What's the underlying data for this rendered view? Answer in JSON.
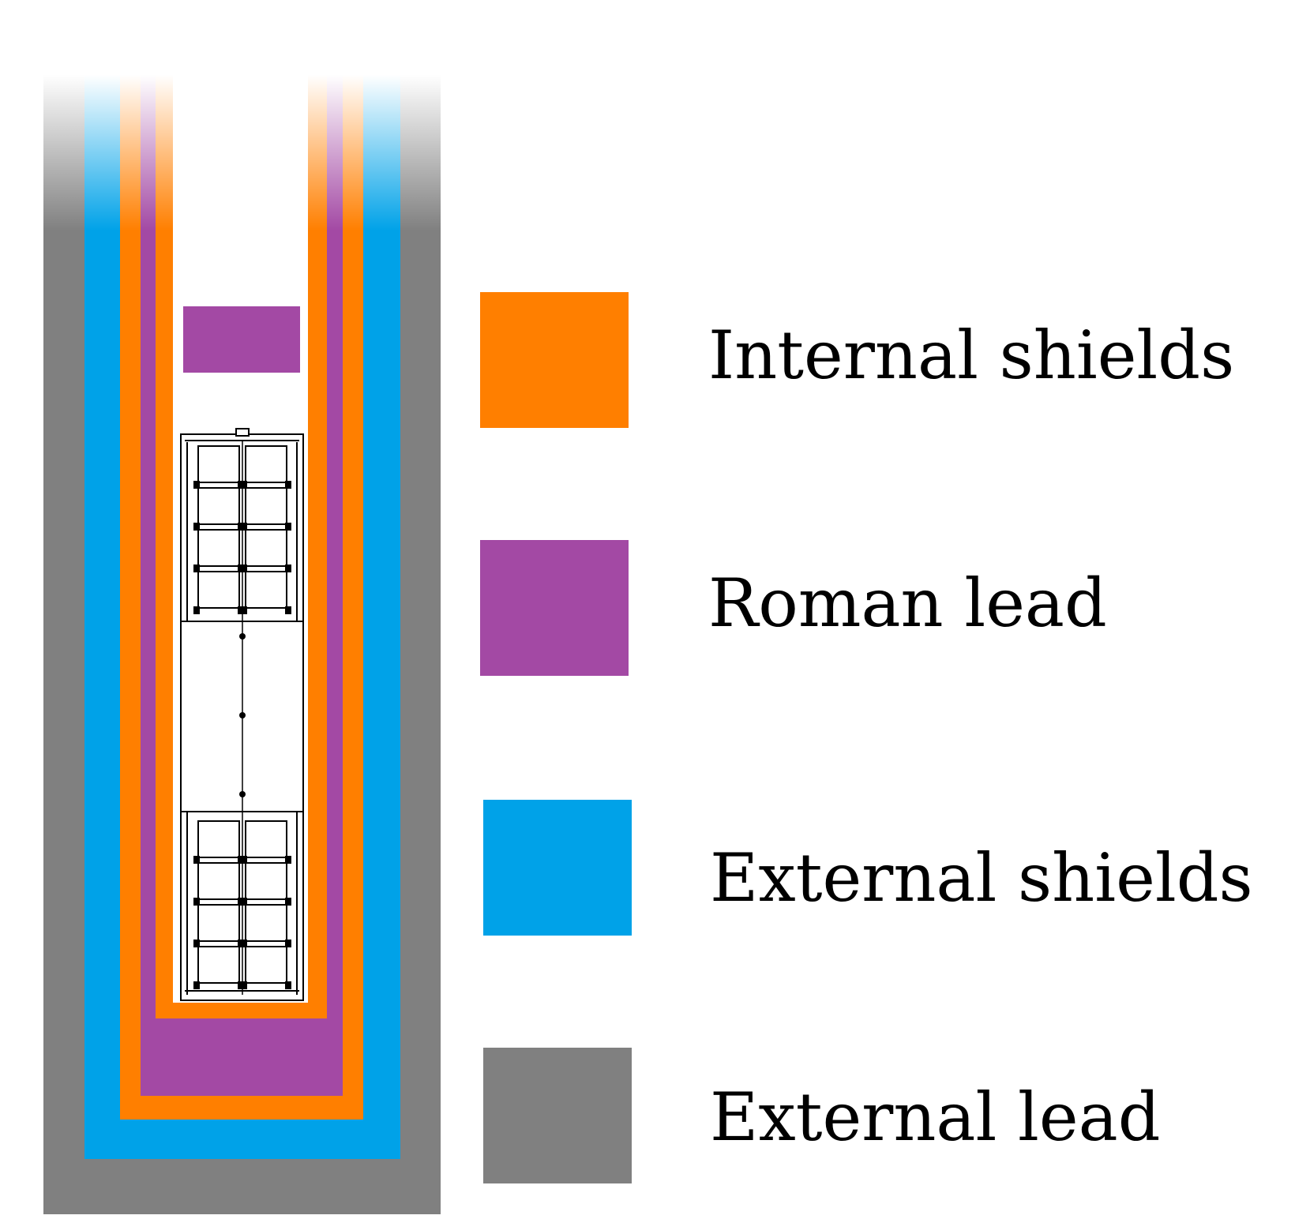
{
  "colors": {
    "internal_shields": "#FF7F00",
    "roman_lead": "#A349A4",
    "external_shields": "#00A2E8",
    "external_lead": "#808080",
    "background": "#FFFFFF",
    "detector_line": "#000000"
  },
  "legend": [
    {
      "label": "Internal shields",
      "color_key": "internal_shields"
    },
    {
      "label": "Roman lead",
      "color_key": "roman_lead"
    },
    {
      "label": "External shields",
      "color_key": "external_shields"
    },
    {
      "label": "External lead",
      "color_key": "external_lead"
    }
  ]
}
